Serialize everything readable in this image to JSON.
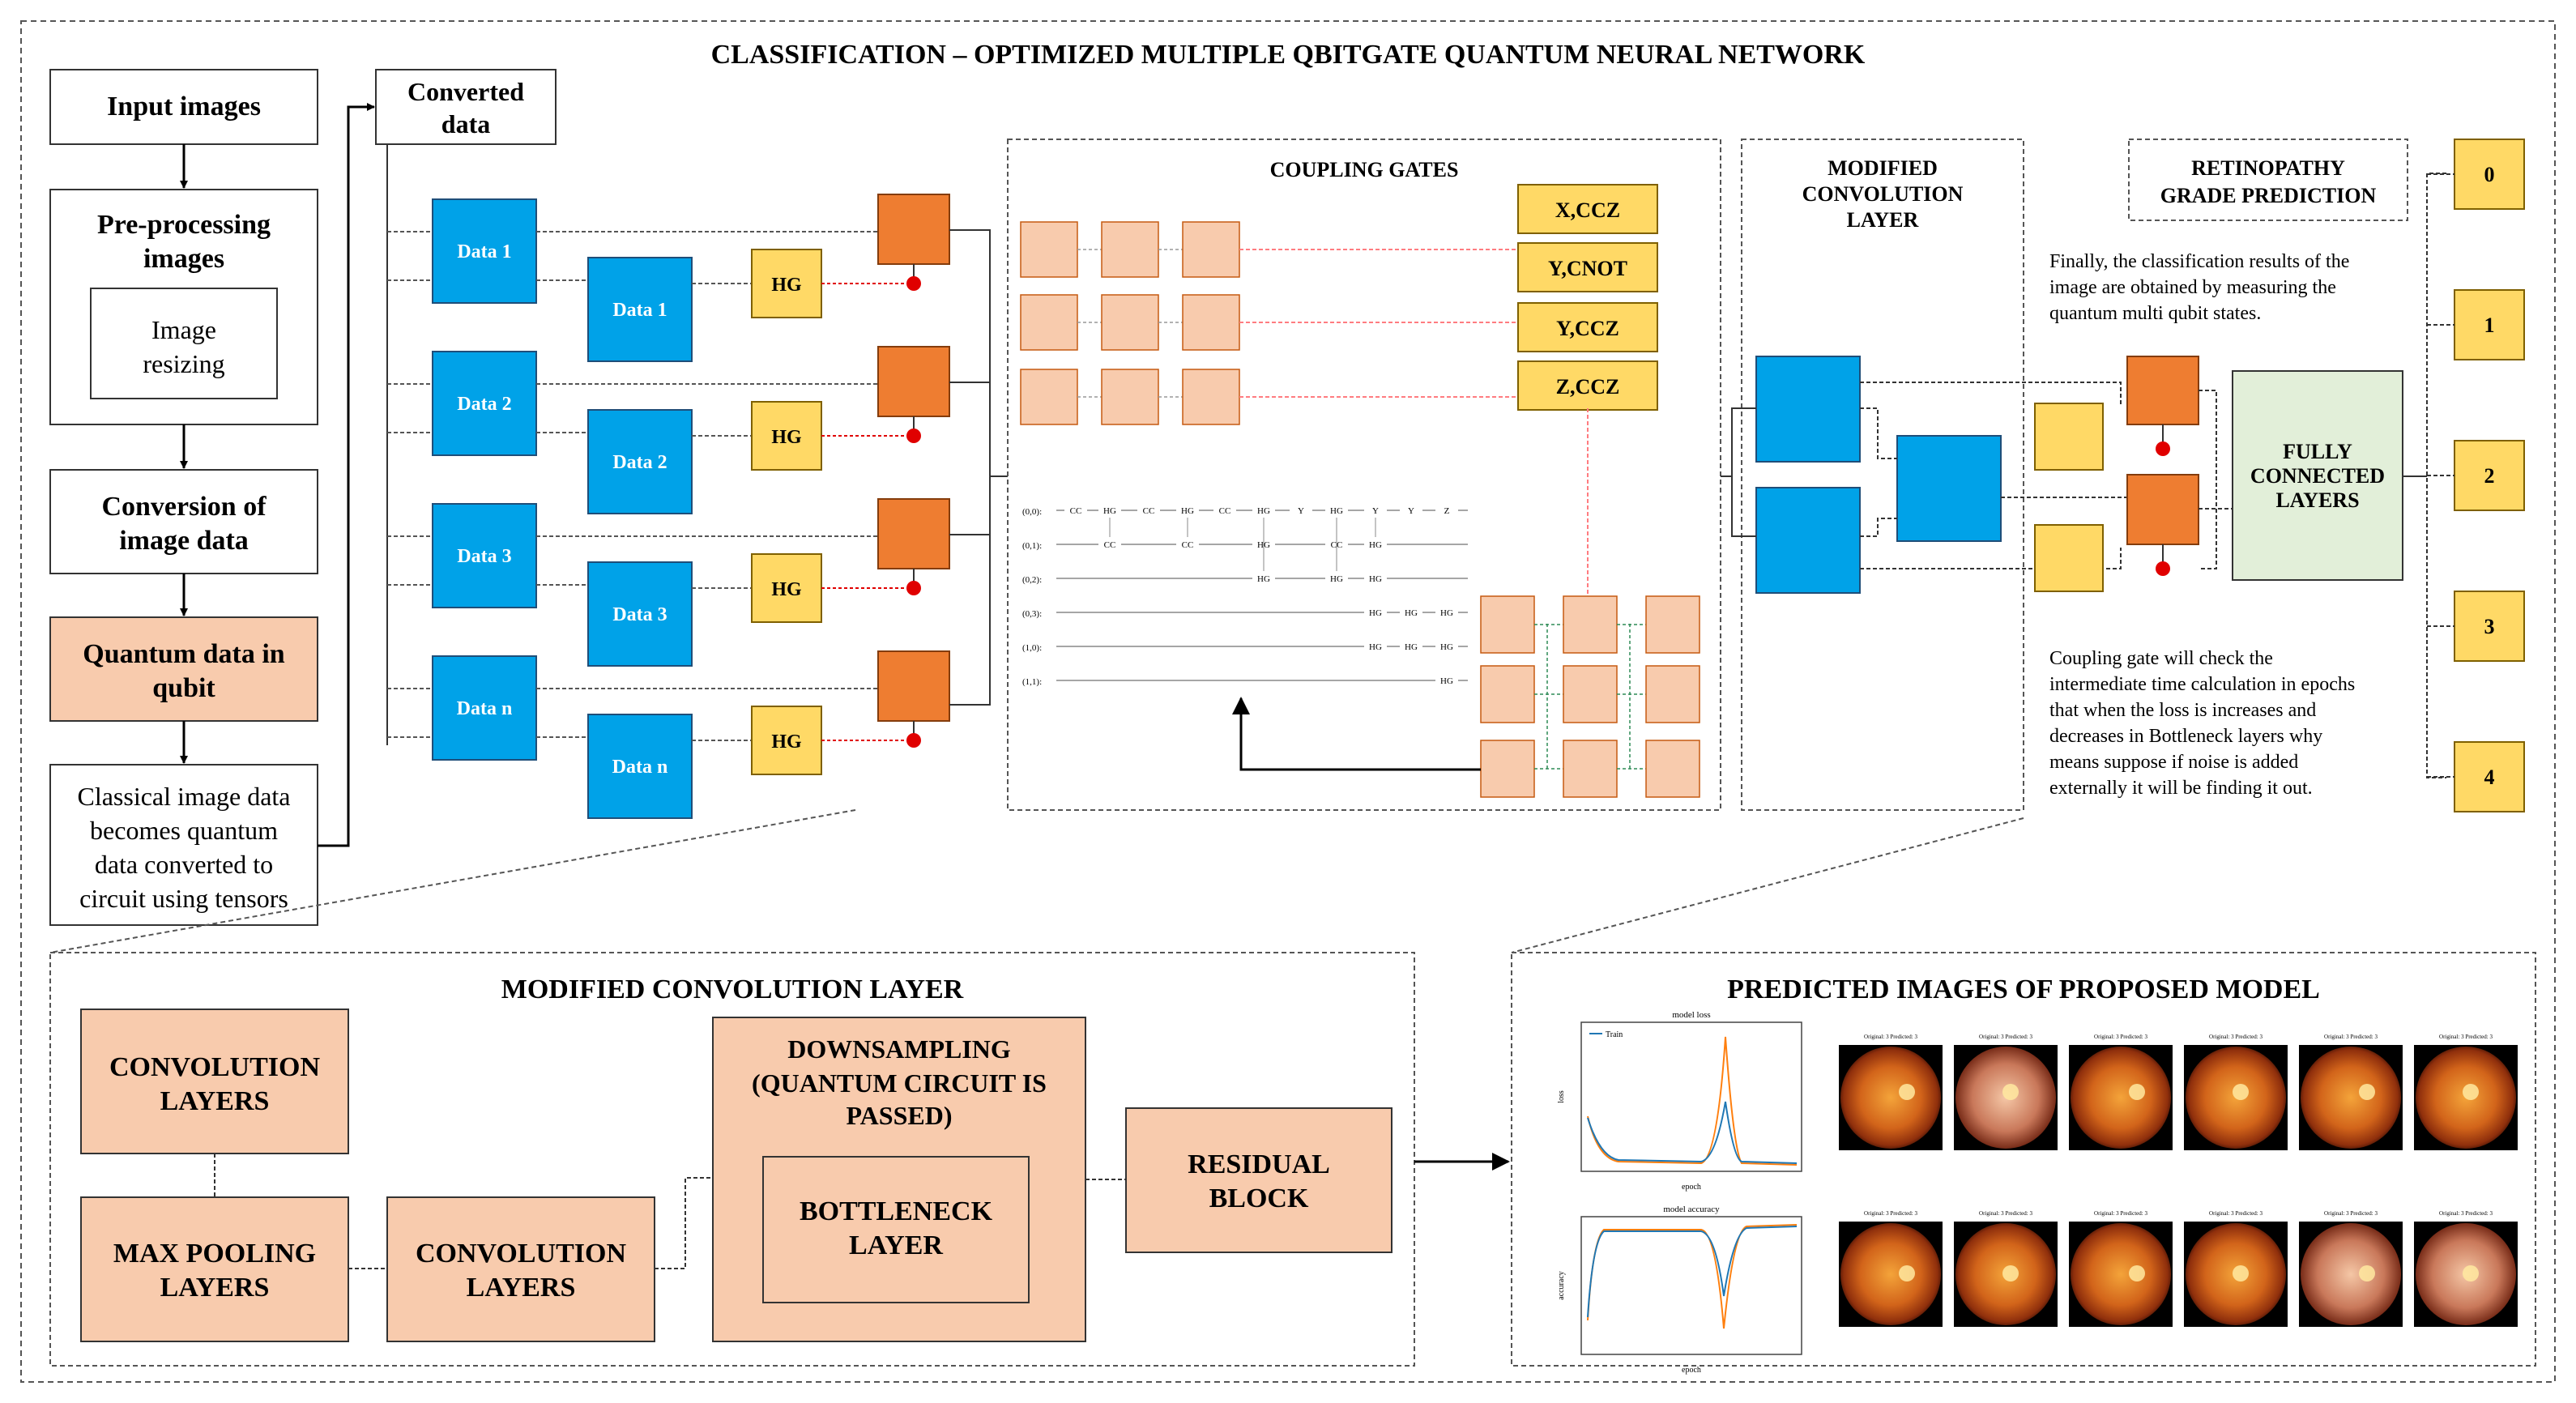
{
  "title": "CLASSIFICATION – OPTIMIZED MULTIPLE QBITGATE  QUANTUM NEURAL NETWORK",
  "pipeline": {
    "input": "Input images",
    "preprocessing": [
      "Pre-processing",
      "images"
    ],
    "resizing": [
      "Image",
      "resizing"
    ],
    "conversion": [
      "Conversion of",
      "image data"
    ],
    "quantum": [
      "Quantum data in",
      "qubit"
    ],
    "classical": [
      "Classical image data",
      "becomes quantum",
      "data converted to",
      "circuit using tensors"
    ],
    "converted": [
      "Converted",
      "data"
    ]
  },
  "data_blocks": [
    "Data 1",
    "Data 2",
    "Data 3",
    "Data n"
  ],
  "hg_label": "HG",
  "coupling": {
    "title": "COUPLING GATES",
    "gates": [
      "X,CCZ",
      "Y,CNOT",
      "Y,CCZ",
      "Z,CCZ"
    ],
    "circuit_rows": [
      {
        "label": "(0,0):",
        "ops": [
          "CC",
          "HG",
          "CC",
          "HG",
          "CC",
          "HG",
          "Y",
          "HG",
          "Y",
          "Y",
          "Z"
        ]
      },
      {
        "label": "(0,1):",
        "ops": [
          "CC",
          "CC",
          "HG",
          "CC",
          "HG"
        ]
      },
      {
        "label": "(0,2):",
        "ops": [
          "HG",
          "HG",
          "HG"
        ]
      },
      {
        "label": "(0,3):",
        "ops": [
          "HG",
          "HG",
          "HG"
        ]
      },
      {
        "label": "(1,0):",
        "ops": [
          "HG",
          "HG",
          "HG"
        ]
      },
      {
        "label": "(1,1):",
        "ops": [
          "HG"
        ]
      }
    ]
  },
  "modified_conv": [
    "MODIFIED",
    "CONVOLUTION",
    "LAYER"
  ],
  "retinopathy": [
    "RETINOPATHY",
    "GRADE PREDICTION"
  ],
  "final_note": [
    "Finally, the classification results of the",
    "image are obtained by measuring the",
    "quantum multi qubit states."
  ],
  "fully_connected": [
    "FULLY",
    "CONNECTED",
    "LAYERS"
  ],
  "coupling_note": [
    "Coupling gate will check the",
    "intermediate time calculation in epochs",
    "that when the loss is increases and",
    "decreases in Bottleneck layers why",
    "means suppose if  noise is added",
    "externally it will be finding it out."
  ],
  "grades": [
    "0",
    "1",
    "2",
    "3",
    "4"
  ],
  "bottom_left": {
    "title": "MODIFIED CONVOLUTION LAYER",
    "conv1": [
      "CONVOLUTION",
      "LAYERS"
    ],
    "maxpool": [
      "MAX POOLING",
      "LAYERS"
    ],
    "conv2": [
      "CONVOLUTION",
      "LAYERS"
    ],
    "downsampling": [
      "DOWNSAMPLING",
      "(QUANTUM CIRCUIT IS",
      "PASSED)"
    ],
    "bottleneck": [
      "BOTTLENECK",
      "LAYER"
    ],
    "residual": [
      "RESIDUAL",
      "BLOCK"
    ]
  },
  "bottom_right": {
    "title": "PREDICTED IMAGES OF PROPOSED MODEL",
    "loss_title": "model loss",
    "acc_title": "model accuracy",
    "loss_legend": "Train",
    "xlabel": "epoch",
    "loss_ylabel": "loss",
    "acc_ylabel": "accuracy",
    "image_caption": "Original: 3  Predicted: 3"
  },
  "colors": {
    "blue": "#00a2e8",
    "orange": "#ee7d31",
    "yellow": "#ffd966",
    "peach": "#f8cbad",
    "green": "#e2efd9",
    "red": "#e00000",
    "pink_line": "#ff7c80"
  }
}
